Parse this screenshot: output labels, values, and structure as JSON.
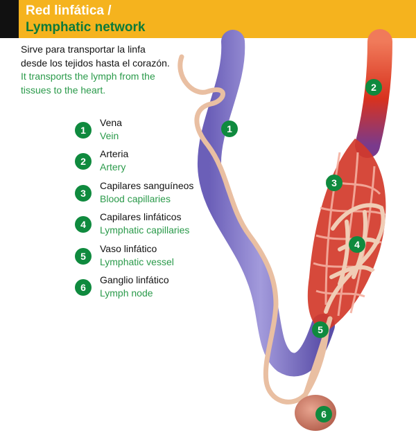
{
  "header": {
    "title_es": "Red linfática /",
    "title_en": "Lymphatic network"
  },
  "intro": {
    "es_line1": "Sirve para transportar la linfa",
    "es_line2": "desde los tejidos hasta el corazón.",
    "en_line1": "It transports the lymph from the",
    "en_line2": "tissues to the heart."
  },
  "legend": [
    {
      "num": "1",
      "es": "Vena",
      "en": "Vein"
    },
    {
      "num": "2",
      "es": "Arteria",
      "en": "Artery"
    },
    {
      "num": "3",
      "es": "Capilares sanguíneos",
      "en": "Blood capillaries"
    },
    {
      "num": "4",
      "es": "Capilares linfáticos",
      "en": "Lymphatic capillaries"
    },
    {
      "num": "5",
      "es": "Vaso linfático",
      "en": "Lymphatic vessel"
    },
    {
      "num": "6",
      "es": "Ganglio linfático",
      "en": "Lymph node"
    }
  ],
  "markers": [
    "1",
    "2",
    "3",
    "4",
    "5",
    "6"
  ],
  "colors": {
    "header": "#f5b31e",
    "header_bar": "#111111",
    "badge": "#0f8a3e",
    "english_text": "#2a9a4a",
    "vein": "#7f74c4",
    "artery": "#e0442a",
    "lymph": "#edc2a6"
  }
}
